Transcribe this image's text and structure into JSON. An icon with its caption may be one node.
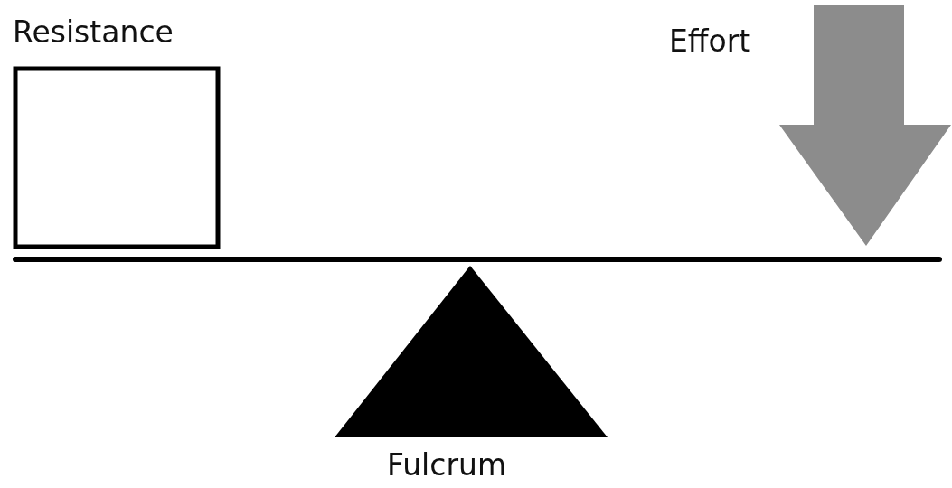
{
  "diagram": {
    "nodes": [
      {
        "text": [
          "Resistance"
        ]
      },
      {
        "text": [
          "Fulcrum"
        ]
      }
    ],
    "labels": [
      "Effort"
    ]
  }
}
